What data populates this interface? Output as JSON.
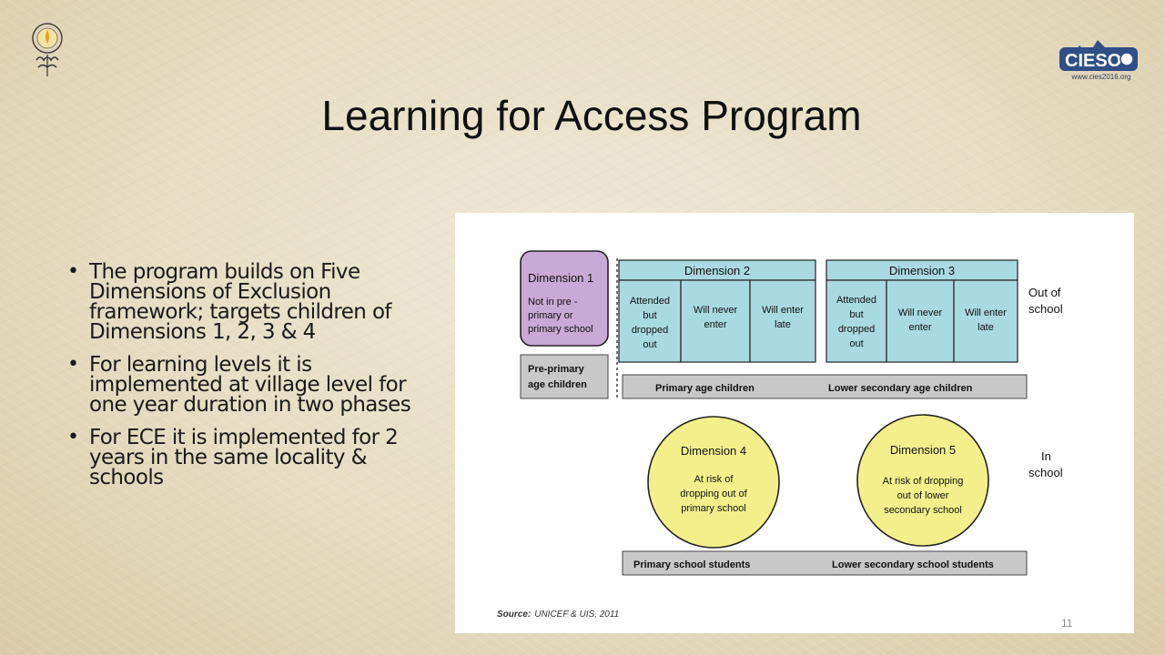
{
  "slide": {
    "title": "Learning for Access Program",
    "page_number": "11",
    "logo_right": {
      "text": "CIESO",
      "url": "www.cies2016.org"
    }
  },
  "bullets": [
    "The program builds on Five Dimensions of Exclusion framework; targets children of Dimensions 1, 2, 3 & 4",
    "For learning levels it is implemented at village level for one year duration in two phases",
    "For ECE it is implemented for 2 years in the same locality & schools"
  ],
  "diagram": {
    "dimension1": {
      "title": "Dimension 1",
      "lines": [
        "Not in pre -",
        "primary  or",
        "primary school"
      ]
    },
    "preprimary": {
      "lines": [
        "Pre-primary",
        "age children"
      ]
    },
    "dimension2": {
      "title": "Dimension 2",
      "cells": [
        [
          "Attended",
          "but",
          "dropped",
          "out"
        ],
        [
          "Will never",
          "enter"
        ],
        [
          "Will enter",
          "late"
        ]
      ]
    },
    "dimension3": {
      "title": "Dimension 3",
      "cells": [
        [
          "Attended",
          "but",
          "dropped",
          "out"
        ],
        [
          "Will never",
          "enter"
        ],
        [
          "Will enter",
          "late"
        ]
      ]
    },
    "out_of_school": [
      "Out of",
      "school"
    ],
    "in_school": [
      "In",
      "school"
    ],
    "age_bar": {
      "left": "Primary age children",
      "right": "Lower secondary age children"
    },
    "dimension4": {
      "title": "Dimension 4",
      "lines": [
        "At risk of",
        "dropping out of",
        "primary school"
      ]
    },
    "dimension5": {
      "title": "Dimension 5",
      "lines": [
        "At risk of dropping",
        "out of lower",
        "secondary school"
      ]
    },
    "students_bar": {
      "left": "Primary school students",
      "right": "Lower secondary school students"
    },
    "source_label": "Source:",
    "source_text": "UNICEF & UIS, 2011"
  },
  "colors": {
    "purple": "#c9a9d6",
    "teal": "#a9dae1",
    "yellow": "#f3f08c",
    "gray": "#c8c8c8"
  }
}
